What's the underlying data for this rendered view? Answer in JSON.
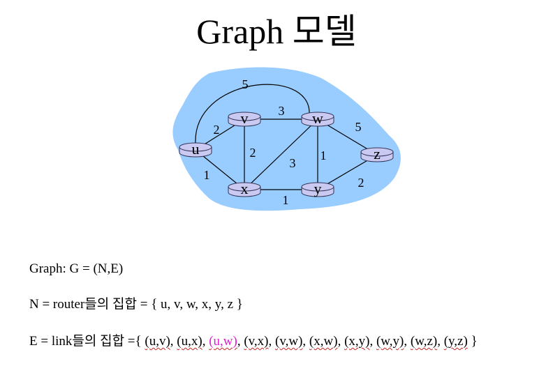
{
  "title": "Graph 모델",
  "graph": {
    "colors": {
      "cloud": "#99ccff",
      "node_fill": "#c9c9f2",
      "node_stroke": "#333355",
      "edge": "#000000"
    },
    "nodes": [
      {
        "id": "u",
        "label": "u"
      },
      {
        "id": "v",
        "label": "v"
      },
      {
        "id": "w",
        "label": "w"
      },
      {
        "id": "x",
        "label": "x"
      },
      {
        "id": "y",
        "label": "y"
      },
      {
        "id": "z",
        "label": "z"
      }
    ],
    "edges": [
      {
        "from": "u",
        "to": "w",
        "weight": "5"
      },
      {
        "from": "v",
        "to": "w",
        "weight": "3"
      },
      {
        "from": "u",
        "to": "v",
        "weight": "2"
      },
      {
        "from": "w",
        "to": "z",
        "weight": "5"
      },
      {
        "from": "v",
        "to": "x",
        "weight": "2"
      },
      {
        "from": "w",
        "to": "x",
        "weight": "3"
      },
      {
        "from": "w",
        "to": "y",
        "weight": "1"
      },
      {
        "from": "u",
        "to": "x",
        "weight": "1"
      },
      {
        "from": "y",
        "to": "z",
        "weight": "2"
      },
      {
        "from": "x",
        "to": "y",
        "weight": "1"
      }
    ]
  },
  "text": {
    "graph_def": "Graph: G = (N,E)",
    "n_prefix": "N = router들의 집합 = { u, v, w, x, y, z }",
    "e_prefix": "E = link들의 집합 ={ ",
    "e_suffix": " }",
    "e_sep": ", ",
    "edge_list": [
      {
        "label": "(u,v)",
        "highlight": false
      },
      {
        "label": "(u,x)",
        "highlight": false
      },
      {
        "label": "(u,w)",
        "highlight": true
      },
      {
        "label": "(v,x)",
        "highlight": false
      },
      {
        "label": "(v,w)",
        "highlight": false
      },
      {
        "label": "(x,w)",
        "highlight": false
      },
      {
        "label": "(x,y)",
        "highlight": false
      },
      {
        "label": "(w,y)",
        "highlight": false
      },
      {
        "label": "(w,z)",
        "highlight": false
      },
      {
        "label": "(y,z)",
        "highlight": false
      }
    ]
  }
}
